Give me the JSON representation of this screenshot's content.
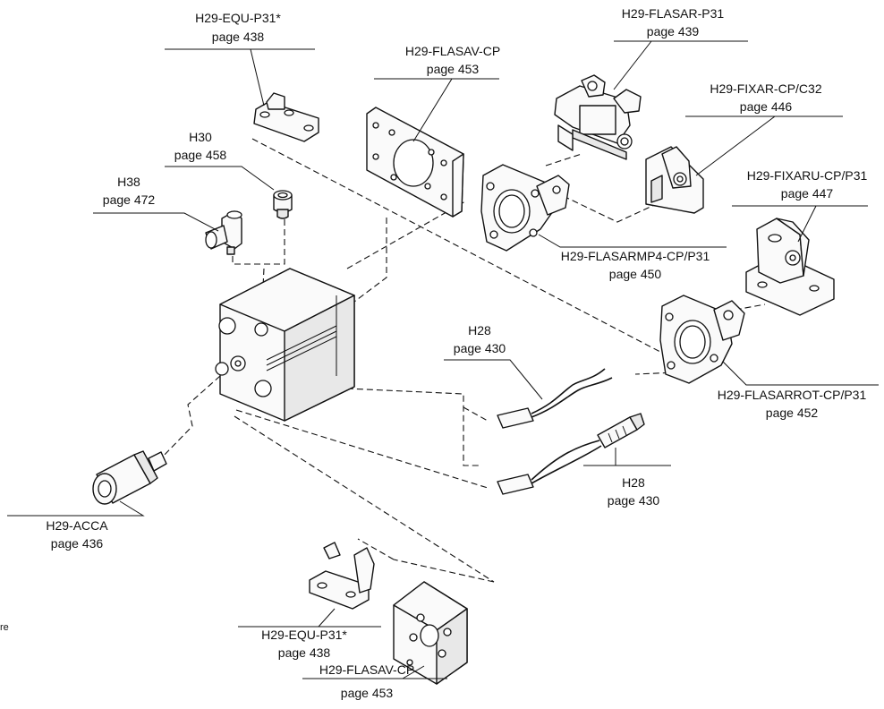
{
  "labels": {
    "equ_top": {
      "code": "H29-EQU-P31*",
      "page": "page 438"
    },
    "flasav_top": {
      "code": "H29-FLASAV-CP",
      "page": "page 453"
    },
    "flasar": {
      "code": "H29-FLASAR-P31",
      "page": "page 439"
    },
    "fixar": {
      "code": "H29-FIXAR-CP/C32",
      "page": "page 446"
    },
    "h30": {
      "code": "H30",
      "page": "page 458"
    },
    "h38": {
      "code": "H38",
      "page": "page 472"
    },
    "fixaru": {
      "code": "H29-FIXARU-CP/P31",
      "page": "page 447"
    },
    "flasarmp4": {
      "code": "H29-FLASARMP4-CP/P31",
      "page": "page 450"
    },
    "h28_top": {
      "code": "H28",
      "page": "page 430"
    },
    "flasarrot": {
      "code": "H29-FLASARROT-CP/P31",
      "page": "page 452"
    },
    "h28_bottom": {
      "code": "H28",
      "page": "page 430"
    },
    "acca": {
      "code": "H29-ACCA",
      "page": "page 436"
    },
    "equ_bottom": {
      "code": "H29-EQU-P31*",
      "page": "page 438"
    },
    "flasav_bottom": {
      "code": "H29-FLASAV-CP",
      "page": "page 453"
    }
  },
  "margin_fragment": "re"
}
